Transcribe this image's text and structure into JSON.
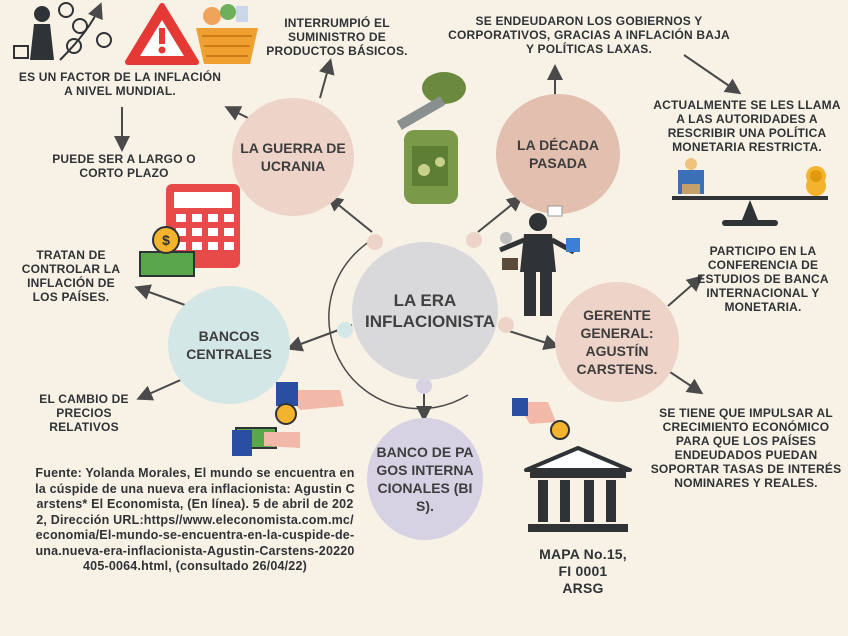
{
  "center": {
    "label": "LA ERA INFLACIONISTA"
  },
  "nodes": {
    "war": "LA GUERRA DE UCRANIA",
    "decade": "LA DÉCADA PASADA",
    "manager": "GERENTE GENERAL: AGUSTÍN CARSTENS.",
    "bis": "BANCO DE PAGOS INTERNACIONALES (BIS).",
    "central_banks": "BANCOS CENTRALES"
  },
  "notes": {
    "global_factor": "ES UN FACTOR DE LA INFLACIÓN A NIVEL MUNDIAL.",
    "term": "PUEDE SER A LARGO O CORTO PLAZO",
    "supply": "INTERRUMPIÓ EL SUMINISTRO DE PRODUCTOS BÁSICOS.",
    "debt": "SE ENDEUDARON LOS GOBIERNOS Y CORPORATIVOS, GRACIAS A INFLACIÓN BAJA Y POLÍTICAS LAXAS.",
    "restrictive": "ACTUALMENTE SE LES LLAMA A LAS AUTORIDADES A RESCRIBIR UNA POLÍTICA MONETARIA RESTRICTA.",
    "conference": "PARTICIPO EN LA CONFERENCIA DE ESTUDIOS DE BANCA INTERNACIONAL Y MONETARIA.",
    "growth": "SE TIENE QUE IMPULSAR AL CRECIMIENTO ECONÓMICO PARA QUE LOS PAÍSES ENDEUDADOS PUEDAN SOPORTAR TASAS DE INTERÉS NOMINARES Y REALES.",
    "control": "TRATAN DE CONTROLAR LA INFLACIÓN DE LOS PAÍSES.",
    "prices": "EL CAMBIO DE PRECIOS RELATIVOS"
  },
  "source": "Fuente: Yolanda Morales, El mundo se encuentra en la cúspide de una nueva era inflacionista: Agustin Carstens* El Economista, (En línea). 5 de abril de 2022, Dirección URL:https//www.eleconomista.com.mc/economia/El-mundo-se-encuentra-en-la-cuspide-de-una.nueva-era-inflacionista-Agustin-Carstens-20220405-0064.html, (consultado 26/04/22)",
  "map_label": {
    "line1": "MAPA No.15,",
    "line2": "FI 0001",
    "line3": "ARSG"
  },
  "illustrations": [
    "shopper-icon",
    "warning-icon",
    "grocery-basket-icon",
    "military-gear-icon",
    "businessman-icon",
    "scale-icon",
    "calculator-icon",
    "money-hand-icon",
    "bank-building-icon"
  ],
  "colors": {
    "background": "#f8f2e6",
    "pink_node": "#edd3c8",
    "center_node": "#d9d9db",
    "bis_node": "#d6d2e3",
    "central_node": "#d3e7e6",
    "accent_line": "#4a4a4a"
  }
}
